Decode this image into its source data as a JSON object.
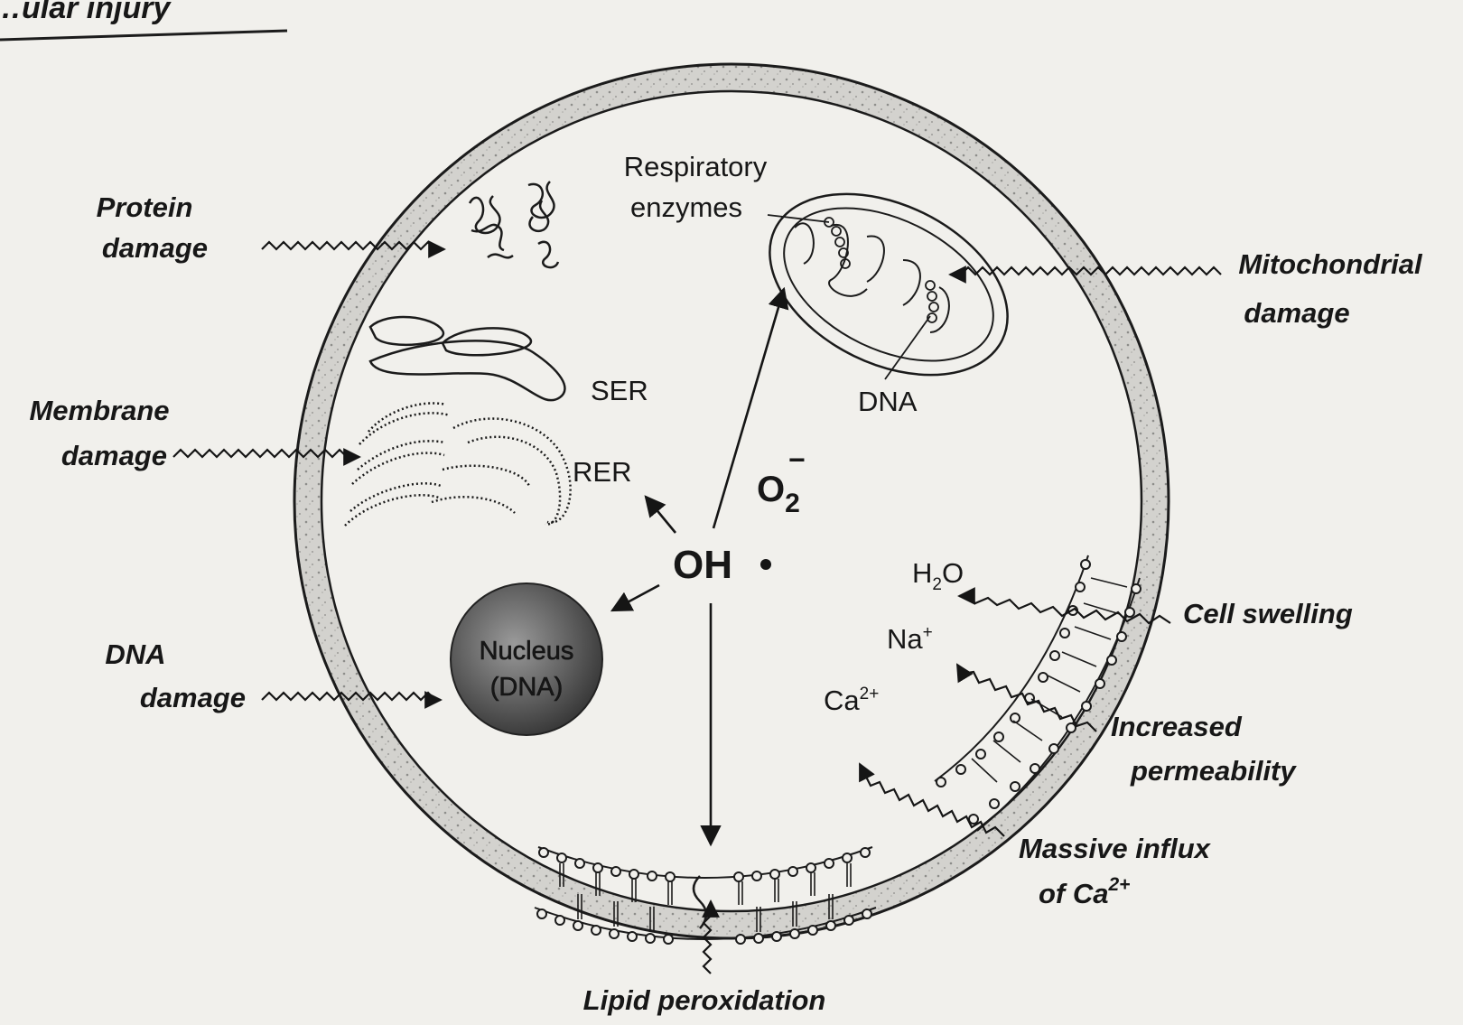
{
  "header": {
    "script_fragment": "…ular injury"
  },
  "labels": {
    "protein_damage": [
      "Protein",
      "damage"
    ],
    "mitochondrial_damage": [
      "Mitochondrial",
      "damage"
    ],
    "membrane_damage": [
      "Membrane",
      "damage"
    ],
    "dna_damage": [
      "DNA",
      "damage"
    ],
    "cell_swelling": "Cell swelling",
    "increased_permeability": [
      "Increased",
      "permeability"
    ],
    "massive_influx": [
      "Massive influx",
      "of Ca",
      "2+"
    ],
    "lipid_peroxidation": "Lipid peroxidation"
  },
  "organelles": {
    "respiratory_enzymes": [
      "Respiratory",
      "enzymes"
    ],
    "mito_dna": "DNA",
    "ser": "SER",
    "rer": "RER",
    "nucleus": [
      "Nucleus",
      "(DNA)"
    ]
  },
  "species": {
    "radical_oh": "OH",
    "superoxide": "O",
    "superoxide_sub": "2",
    "superoxide_charge": "−",
    "h2o": [
      "H",
      "2",
      "O"
    ],
    "na": [
      "Na",
      "+"
    ],
    "ca": [
      "Ca",
      "2+"
    ]
  },
  "colors": {
    "ink": "#171717",
    "paper": "#f1f0ec",
    "membrane_shade": "#c9c9c6",
    "nucleus": "#555555"
  }
}
